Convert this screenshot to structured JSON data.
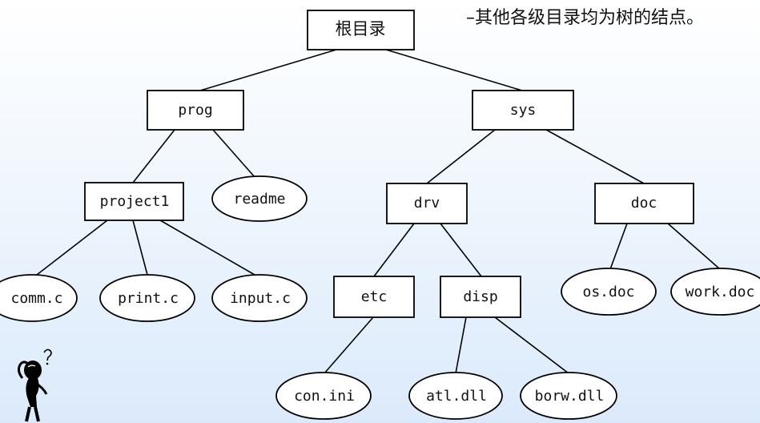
{
  "caption": "–其他各级目录均为树的结点。",
  "nodes": {
    "root": "根目录",
    "prog": "prog",
    "sys": "sys",
    "project1": "project1",
    "readme": "readme",
    "drv": "drv",
    "doc": "doc",
    "comm_c": "comm.c",
    "print_c": "print.c",
    "input_c": "input.c",
    "etc": "etc",
    "disp": "disp",
    "os_doc": "os.doc",
    "work_doc": "work.doc",
    "con_ini": "con.ini",
    "atl_dll": "atl.dll",
    "borw_dll": "borw.dll"
  },
  "colors": {
    "stroke": "#000000",
    "node_fill": "#ffffff",
    "background_bottom": "#dbeafb"
  },
  "icons": {
    "thinker": "thinking-person-icon"
  }
}
